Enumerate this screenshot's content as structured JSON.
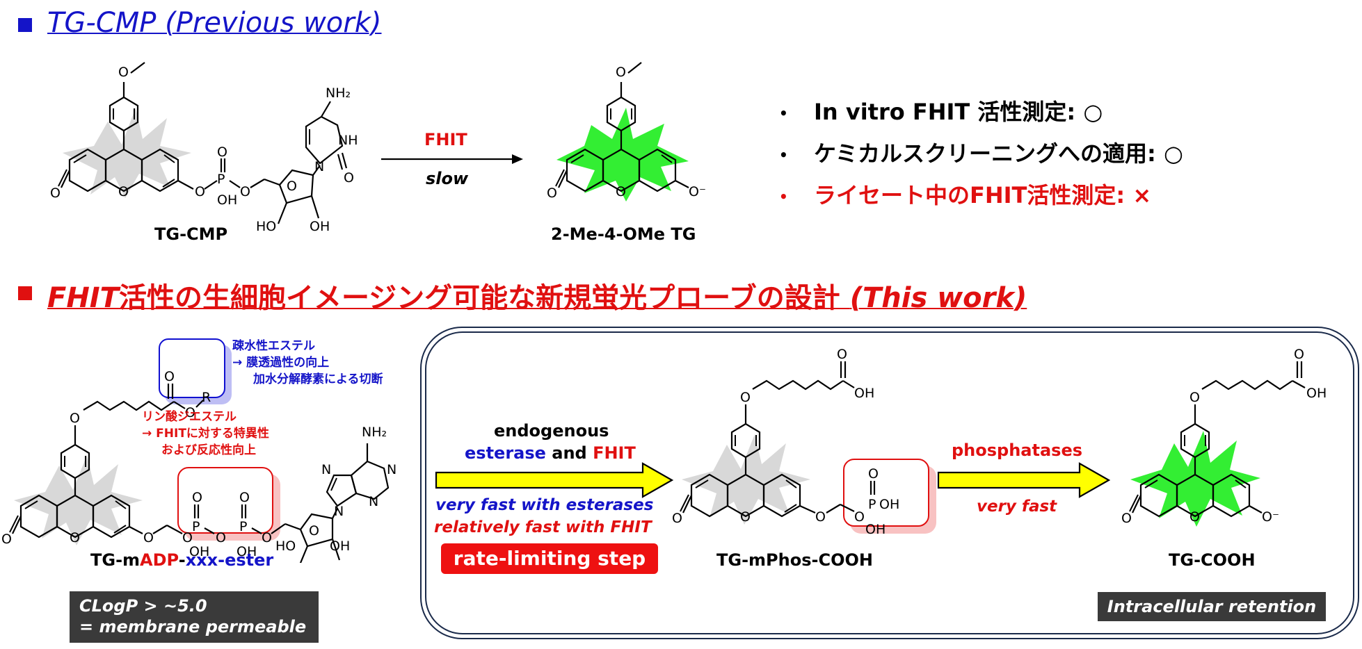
{
  "section1": {
    "title": "TG-CMP (Previous work)",
    "color": "#1414c8",
    "tgcmp_label": "TG-CMP",
    "enzyme": "FHIT",
    "speed": "slow",
    "product_label": "2-Me-4-OMe TG",
    "bullets": [
      {
        "text": "In vitro FHIT 活性測定: ○",
        "color": "#000000"
      },
      {
        "text": "ケミカルスクリーニングへの適用: ○",
        "color": "#000000"
      },
      {
        "text": "ライセート中のFHIT活性測定: ×",
        "color": "#e01010"
      }
    ]
  },
  "section2": {
    "title_italic": "FHIT",
    "title_main": "活性の生細胞イメージング可能な新規蛍光プローブの設計 ",
    "title_tail": "(This work)",
    "color": "#e01010",
    "ester_note": [
      "疎水性エステル",
      "→ 膜透過性の向上",
      "加水分解酵素による切断"
    ],
    "phos_note": [
      "リン酸ジエステル",
      "→ FHITに対する特異性",
      "および反応性向上"
    ],
    "probe_label": {
      "p1": "TG-m",
      "p2": "ADP",
      "p3": "-",
      "p4": "xxx-ester"
    },
    "clogp": [
      "CLogP > ~5.0",
      "= membrane permeable"
    ],
    "step1": {
      "line1": "endogenous",
      "esterase": "esterase",
      "and": " and ",
      "fhit": "FHIT",
      "fast1": "very fast with esterases",
      "fast2": "relatively fast with FHIT",
      "rate": "rate-limiting step"
    },
    "intermediate_label": "TG-mPhos-COOH",
    "step2": {
      "enzyme": "phosphatases",
      "speed": "very fast"
    },
    "final_label": "TG-COOH",
    "retention": "Intracellular retention"
  },
  "chem": {
    "NH2": "NH₂",
    "NH": "NH",
    "N": "N",
    "O": "O",
    "P": "P",
    "OH": "OH",
    "HO": "HO",
    "Ominus": "O⁻",
    "R": "R",
    "methyl": "O"
  },
  "colors": {
    "blue": "#1414c8",
    "red": "#e01010",
    "green_glow": "#33ee33",
    "gray_glow": "#cfcfcf",
    "arrow_yellow": "#ffff00",
    "dark_box": "#3a3a3a"
  }
}
